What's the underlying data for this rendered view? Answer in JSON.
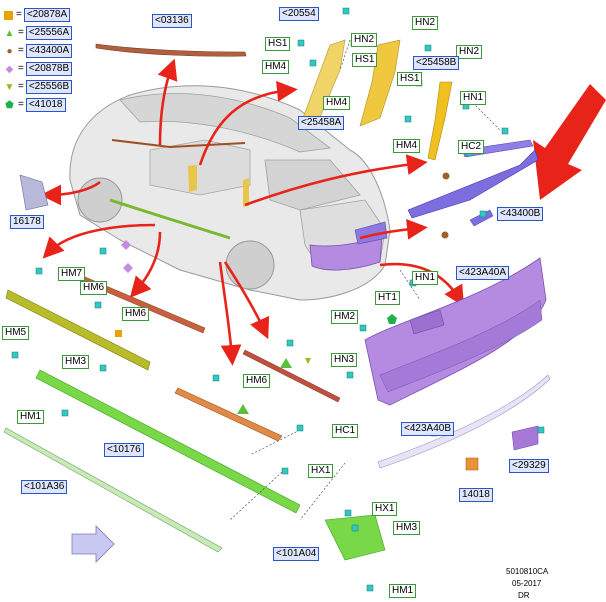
{
  "legend": [
    {
      "symbol": "square",
      "color": "#e8a300",
      "code": "<20878A"
    },
    {
      "symbol": "triangle",
      "color": "#5bbf3a",
      "code": "<25556A"
    },
    {
      "symbol": "circle",
      "color": "#a0602a",
      "code": "<43400A"
    },
    {
      "symbol": "diamond",
      "color": "#c58be0",
      "code": "<20878B"
    },
    {
      "symbol": "triangle-down",
      "color": "#a8b020",
      "code": "<25556B"
    },
    {
      "symbol": "pentagon",
      "color": "#20b050",
      "code": "<41018"
    }
  ],
  "labels": {
    "p03136": "<03136",
    "p20554": "<20554",
    "hn2_a": "HN2",
    "hs1_a": "HS1",
    "hn2_b": "HN2",
    "hs1_b": "HS1",
    "hn2_c": "HN2",
    "hm4_a": "HM4",
    "p25458b": "<25458B",
    "hm4_b": "HM4",
    "hs1_c": "HS1",
    "hn1_a": "HN1",
    "p25458a": "<25458A",
    "hm4_c": "HM4",
    "hc2": "HC2",
    "p16178": "16178",
    "p43400b": "<43400B",
    "hm7": "HM7",
    "hm6_a": "HM6",
    "hm6_b": "HM6",
    "hm5": "HM5",
    "hm3_a": "HM3",
    "hm1_a": "HM1",
    "hm6_c": "HM6",
    "p10176": "<10176",
    "hn1_b": "HN1",
    "p423a40a": "<423A40A",
    "ht1": "HT1",
    "hm2": "HM2",
    "hn3": "HN3",
    "hc1": "HC1",
    "p423a40b": "<423A40B",
    "p29329": "<29329",
    "p14018": "14018",
    "p101a36": "<101A36",
    "hx1_a": "HX1",
    "hx1_b": "HX1",
    "hm3_b": "HM3",
    "p101a04": "<101A04",
    "hm1_b": "HM1"
  },
  "footer": {
    "code": "5010810CA",
    "date": "05-2017",
    "region": "DR"
  }
}
